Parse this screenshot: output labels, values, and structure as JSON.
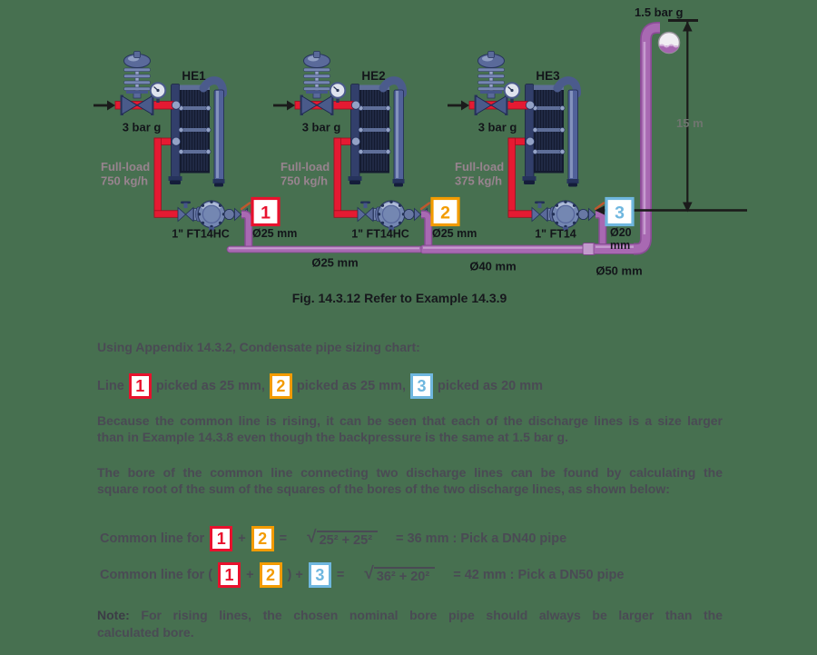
{
  "colors": {
    "background": "#477050",
    "red": "#E8112D",
    "orange": "#F39B00",
    "blue": "#6FB7DF",
    "pipe_red": "#E51A32",
    "pipe_purple": "#A869B2",
    "body_text": "#4A4A54",
    "faint_load_text": "#97838E",
    "dim_text": "#6F756F"
  },
  "diagram": {
    "units": [
      {
        "name": "HE1",
        "pressure": "3 bar g",
        "load1": "Full-load",
        "load2": "750 kg/h",
        "trap": "1\" FT14HC",
        "tag": "1",
        "size": "Ø25 mm"
      },
      {
        "name": "HE2",
        "pressure": "3 bar g",
        "load1": "Full-load",
        "load2": "750 kg/h",
        "trap": "1\" FT14HC",
        "tag": "2",
        "size": "Ø25 mm"
      },
      {
        "name": "HE3",
        "pressure": "3 bar g",
        "load1": "Full-load",
        "load2": "375 kg/h",
        "trap": "1\" FT14",
        "tag": "3",
        "size_l1": "Ø20",
        "size_l2": "mm"
      }
    ],
    "common_sizes": {
      "s1": "Ø25 mm",
      "s2": "Ø40 mm",
      "s3": "Ø50 mm"
    },
    "riser": {
      "pressure": "1.5 bar g",
      "height": "15 m"
    },
    "caption": "Fig. 14.3.12 Refer to Example 14.3.9"
  },
  "text": {
    "intro": "Using Appendix 14.3.2, Condensate pipe sizing chart:",
    "pick": {
      "lead": "Line",
      "tag1": "1",
      "seg1": "picked as 25 mm,",
      "tag2": "2",
      "seg2": "picked as 25 mm,",
      "tag3": "3",
      "seg3": "picked as 20 mm"
    },
    "para1": {
      "l1": "Because the common line is rising, it can be seen that each of the discharge lines is a size larger",
      "l2": "than in Example 14.3.8 even though the backpressure is the same at 1.5 bar g."
    },
    "para2": {
      "l1": "The bore of the common line connecting two discharge lines can be found by calculating the",
      "l2": "square root of the sum of the squares of the bores of the two discharge lines, as shown below:"
    },
    "formula1": {
      "label": "Common line for",
      "tag1": "1",
      "op": "+",
      "tag2": "2",
      "eq": "=",
      "radicand": "25² + 25²",
      "result": "= 36 mm : Pick a DN40 pipe"
    },
    "formula2": {
      "label": "Common line for (",
      "tag1": "1",
      "op": "+",
      "tag2": "2",
      "close": ") +",
      "tag3": "3",
      "eq": "=",
      "radicand": "36² + 20²",
      "result": "= 42 mm : Pick a DN50 pipe"
    },
    "note": {
      "bold": "Note:",
      "l1": "For rising lines, the chosen nominal bore pipe should always be larger than the",
      "l2": "calculated bore."
    }
  }
}
